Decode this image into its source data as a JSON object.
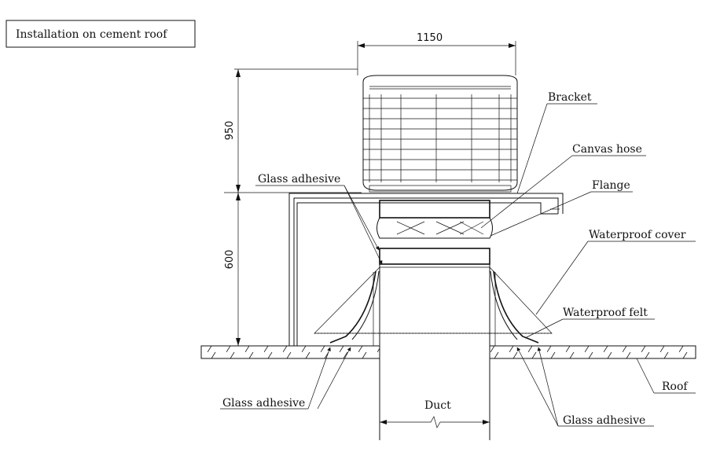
{
  "title": "Installation on cement roof",
  "dimensions": {
    "width": "1150",
    "height_unit": "950",
    "height_base": "600"
  },
  "labels": {
    "bracket": "Bracket",
    "canvas_hose": "Canvas hose",
    "flange": "Flange",
    "waterproof_cover": "Waterproof cover",
    "waterproof_felt": "Waterproof felt",
    "roof": "Roof",
    "duct": "Duct",
    "glass_adhesive_top": "Glass adhesive",
    "glass_adhesive_left": "Glass adhesive",
    "glass_adhesive_right": "Glass adhesive"
  }
}
